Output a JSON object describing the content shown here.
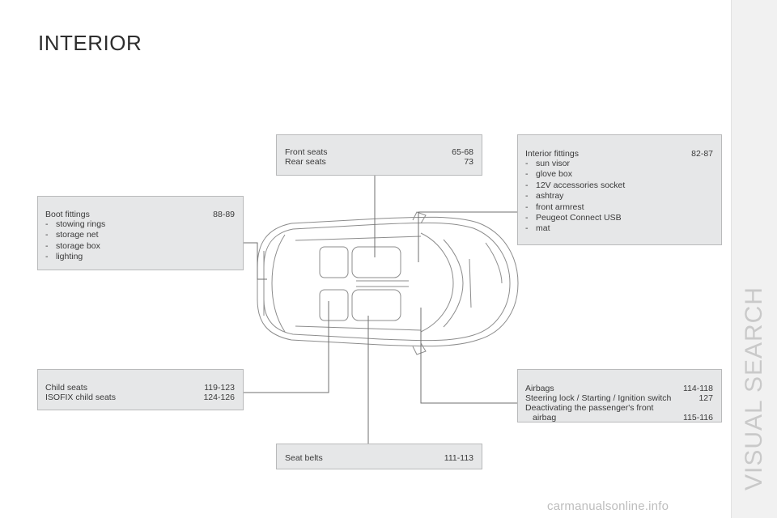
{
  "page": {
    "title": "INTERIOR",
    "side_tab": "VISUAL SEARCH",
    "watermark": "carmanualsonline.info"
  },
  "boxes": {
    "front_seats": {
      "rows": [
        {
          "label": "Front seats",
          "pages": "65-68"
        },
        {
          "label": "Rear seats",
          "pages": "73"
        }
      ]
    },
    "interior_fittings": {
      "label": "Interior fittings",
      "pages": "82-87",
      "items": [
        "sun visor",
        "glove box",
        "12V accessories socket",
        "ashtray",
        "front armrest",
        "Peugeot Connect USB",
        "mat"
      ]
    },
    "boot_fittings": {
      "label": "Boot fittings",
      "pages": "88-89",
      "items": [
        "stowing rings",
        "storage net",
        "storage box",
        "lighting"
      ]
    },
    "child_seats": {
      "rows": [
        {
          "label": "Child seats",
          "pages": "119-123"
        },
        {
          "label": "ISOFIX child seats",
          "pages": "124-126"
        }
      ]
    },
    "airbags": {
      "rows": [
        {
          "label": "Airbags",
          "pages": "114-118"
        },
        {
          "label": "Steering lock / Starting / Ignition switch",
          "pages": "127"
        },
        {
          "label": "Deactivating the passenger's front",
          "pages": ""
        }
      ],
      "last_row": {
        "label": "airbag",
        "pages": "115-116"
      }
    },
    "seat_belts": {
      "rows": [
        {
          "label": "Seat belts",
          "pages": "111-113"
        }
      ]
    }
  },
  "colors": {
    "box_fill": "#e6e7e8",
    "box_border": "#b9babb",
    "text": "#3a3a3a",
    "side_tab_text": "#c9c9c9"
  }
}
